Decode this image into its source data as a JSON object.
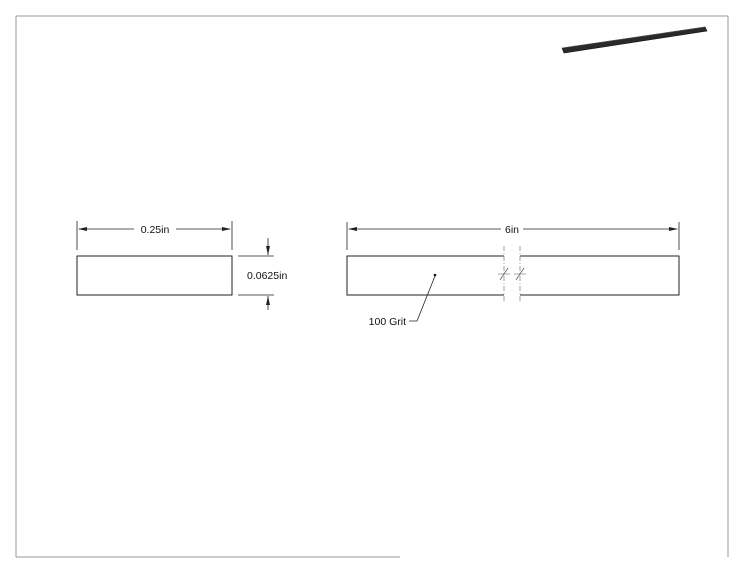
{
  "drawing": {
    "width_dimension": "0.25in",
    "thickness_dimension": "0.0625in",
    "length_dimension": "6in",
    "callout": "100 Grit"
  },
  "colors": {
    "line": "#222222",
    "border": "#9a9a9a",
    "isometric_bar": "#2a2a2a"
  }
}
